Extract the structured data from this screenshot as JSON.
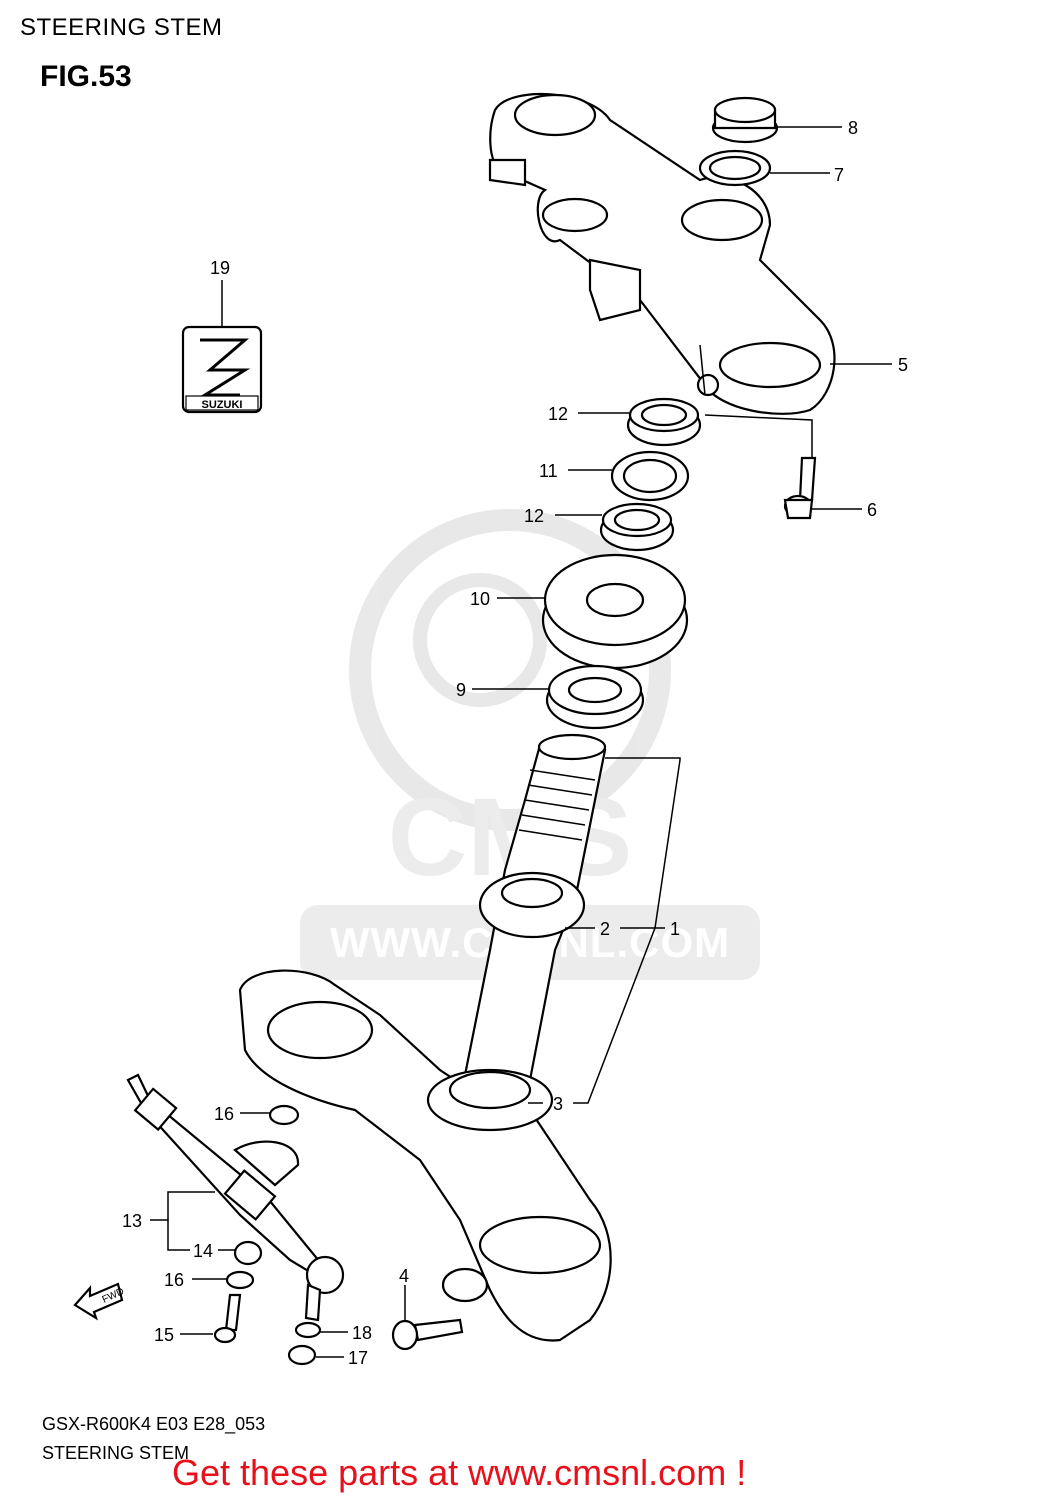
{
  "header": {
    "title": "STEERING STEM",
    "figure": "FIG.53"
  },
  "watermark": {
    "url": "WWW.CMSNL.COM",
    "logo_text": "CMS"
  },
  "emblem": {
    "text": "SUZUKI"
  },
  "callouts": [
    {
      "id": "c1",
      "label": "1"
    },
    {
      "id": "c2",
      "label": "2"
    },
    {
      "id": "c3",
      "label": "3"
    },
    {
      "id": "c4",
      "label": "4"
    },
    {
      "id": "c5",
      "label": "5"
    },
    {
      "id": "c6",
      "label": "6"
    },
    {
      "id": "c7",
      "label": "7"
    },
    {
      "id": "c8",
      "label": "8"
    },
    {
      "id": "c9",
      "label": "9"
    },
    {
      "id": "c10",
      "label": "10"
    },
    {
      "id": "c11",
      "label": "11"
    },
    {
      "id": "c12a",
      "label": "12"
    },
    {
      "id": "c12b",
      "label": "12"
    },
    {
      "id": "c13",
      "label": "13"
    },
    {
      "id": "c14",
      "label": "14"
    },
    {
      "id": "c15",
      "label": "15"
    },
    {
      "id": "c16a",
      "label": "16"
    },
    {
      "id": "c16b",
      "label": "16"
    },
    {
      "id": "c17",
      "label": "17"
    },
    {
      "id": "c18",
      "label": "18"
    },
    {
      "id": "c19",
      "label": "19"
    }
  ],
  "fwd_arrow": {
    "label": "FWD"
  },
  "footer": {
    "model_code": "GSX-R600K4 E03 E28_053",
    "subtitle": "STEERING STEM",
    "promo": "Get these parts at www.cmsnl.com !"
  },
  "colors": {
    "promo": "#e8101a",
    "watermark": "#ececec",
    "line": "#000000"
  }
}
